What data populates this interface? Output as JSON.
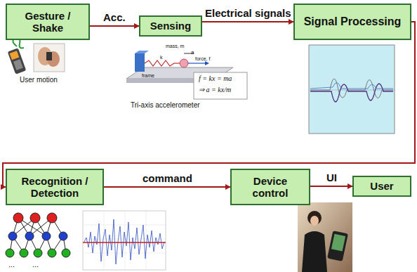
{
  "diagram": {
    "nodes": [
      {
        "text": [
          "Gesture / Shake"
        ]
      },
      {
        "text": [
          "Sensing"
        ]
      },
      {
        "text": [
          "Signal Processing"
        ]
      },
      {
        "text": [
          "Recognition / Detection"
        ]
      },
      {
        "text": [
          "Device control"
        ]
      },
      {
        "text": [
          "User"
        ]
      }
    ],
    "edges": [
      {
        "from": 0,
        "to": 1,
        "label": "Acc.",
        "arrow": "to"
      },
      {
        "from": 1,
        "to": 2,
        "label": "Electrical signals",
        "arrow": "to"
      },
      {
        "from": 2,
        "to": 3,
        "arrow": "to"
      },
      {
        "from": 3,
        "to": 4,
        "label": "command",
        "arrow": "to"
      },
      {
        "from": 4,
        "to": 5,
        "label": "UI",
        "arrow": "to"
      }
    ],
    "labels": [
      "User motion",
      "Tri-axis accelerometer",
      "mass, m",
      "a",
      "force, f",
      "k",
      "frame",
      "f = kx = ma",
      "⇒ a = kx/m",
      "...",
      "..."
    ]
  }
}
